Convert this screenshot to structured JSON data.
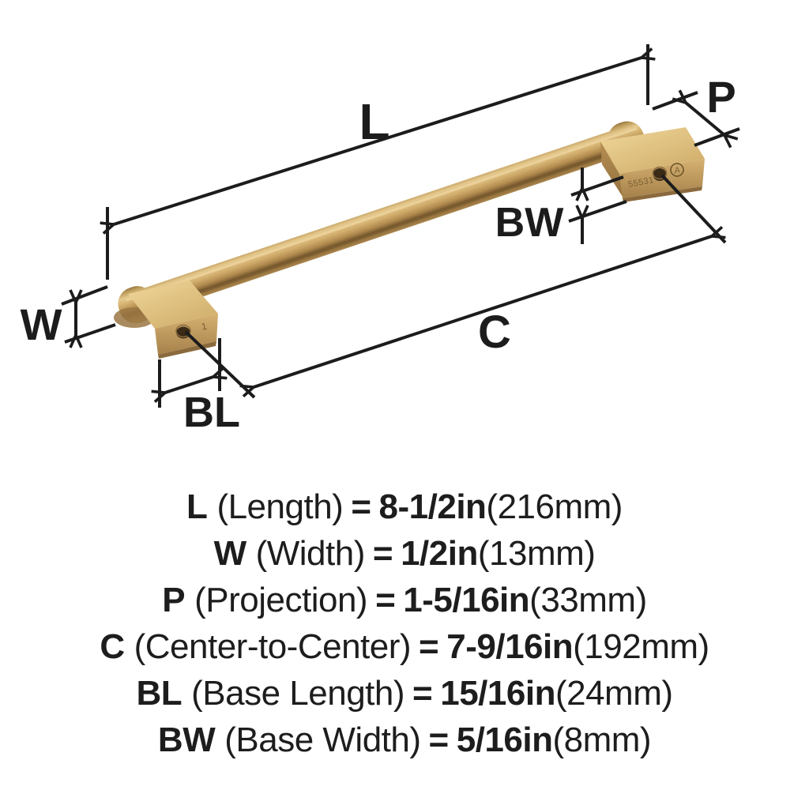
{
  "diagram": {
    "labels": {
      "length": "L",
      "width": "W",
      "projection": "P",
      "center_to_center": "C",
      "base_length": "BL",
      "base_width": "BW"
    },
    "engravings": {
      "right_base_part_number": "55531",
      "right_base_logo": "A",
      "left_base_mark": "1"
    },
    "colors": {
      "brass_main": "#c9a467",
      "brass_highlight": "#e8cc90",
      "brass_shadow": "#7e5f33",
      "line": "#1c1c1c",
      "background": "#ffffff"
    }
  },
  "spec": {
    "equals": "=",
    "rows": [
      {
        "label": "L",
        "name": "(Length)",
        "value": "8-1/2in",
        "metric": "(216mm)"
      },
      {
        "label": "W",
        "name": "(Width)",
        "value": "1/2in",
        "metric": "(13mm)"
      },
      {
        "label": "P",
        "name": "(Projection)",
        "value": "1-5/16in",
        "metric": "(33mm)"
      },
      {
        "label": "C",
        "name": "(Center-to-Center)",
        "value": "7-9/16in",
        "metric": "(192mm)"
      },
      {
        "label": "BL",
        "name": "(Base Length)",
        "value": "15/16in",
        "metric": "(24mm)"
      },
      {
        "label": "BW",
        "name": "(Base Width)",
        "value": "5/16in",
        "metric": "(8mm)"
      }
    ]
  }
}
